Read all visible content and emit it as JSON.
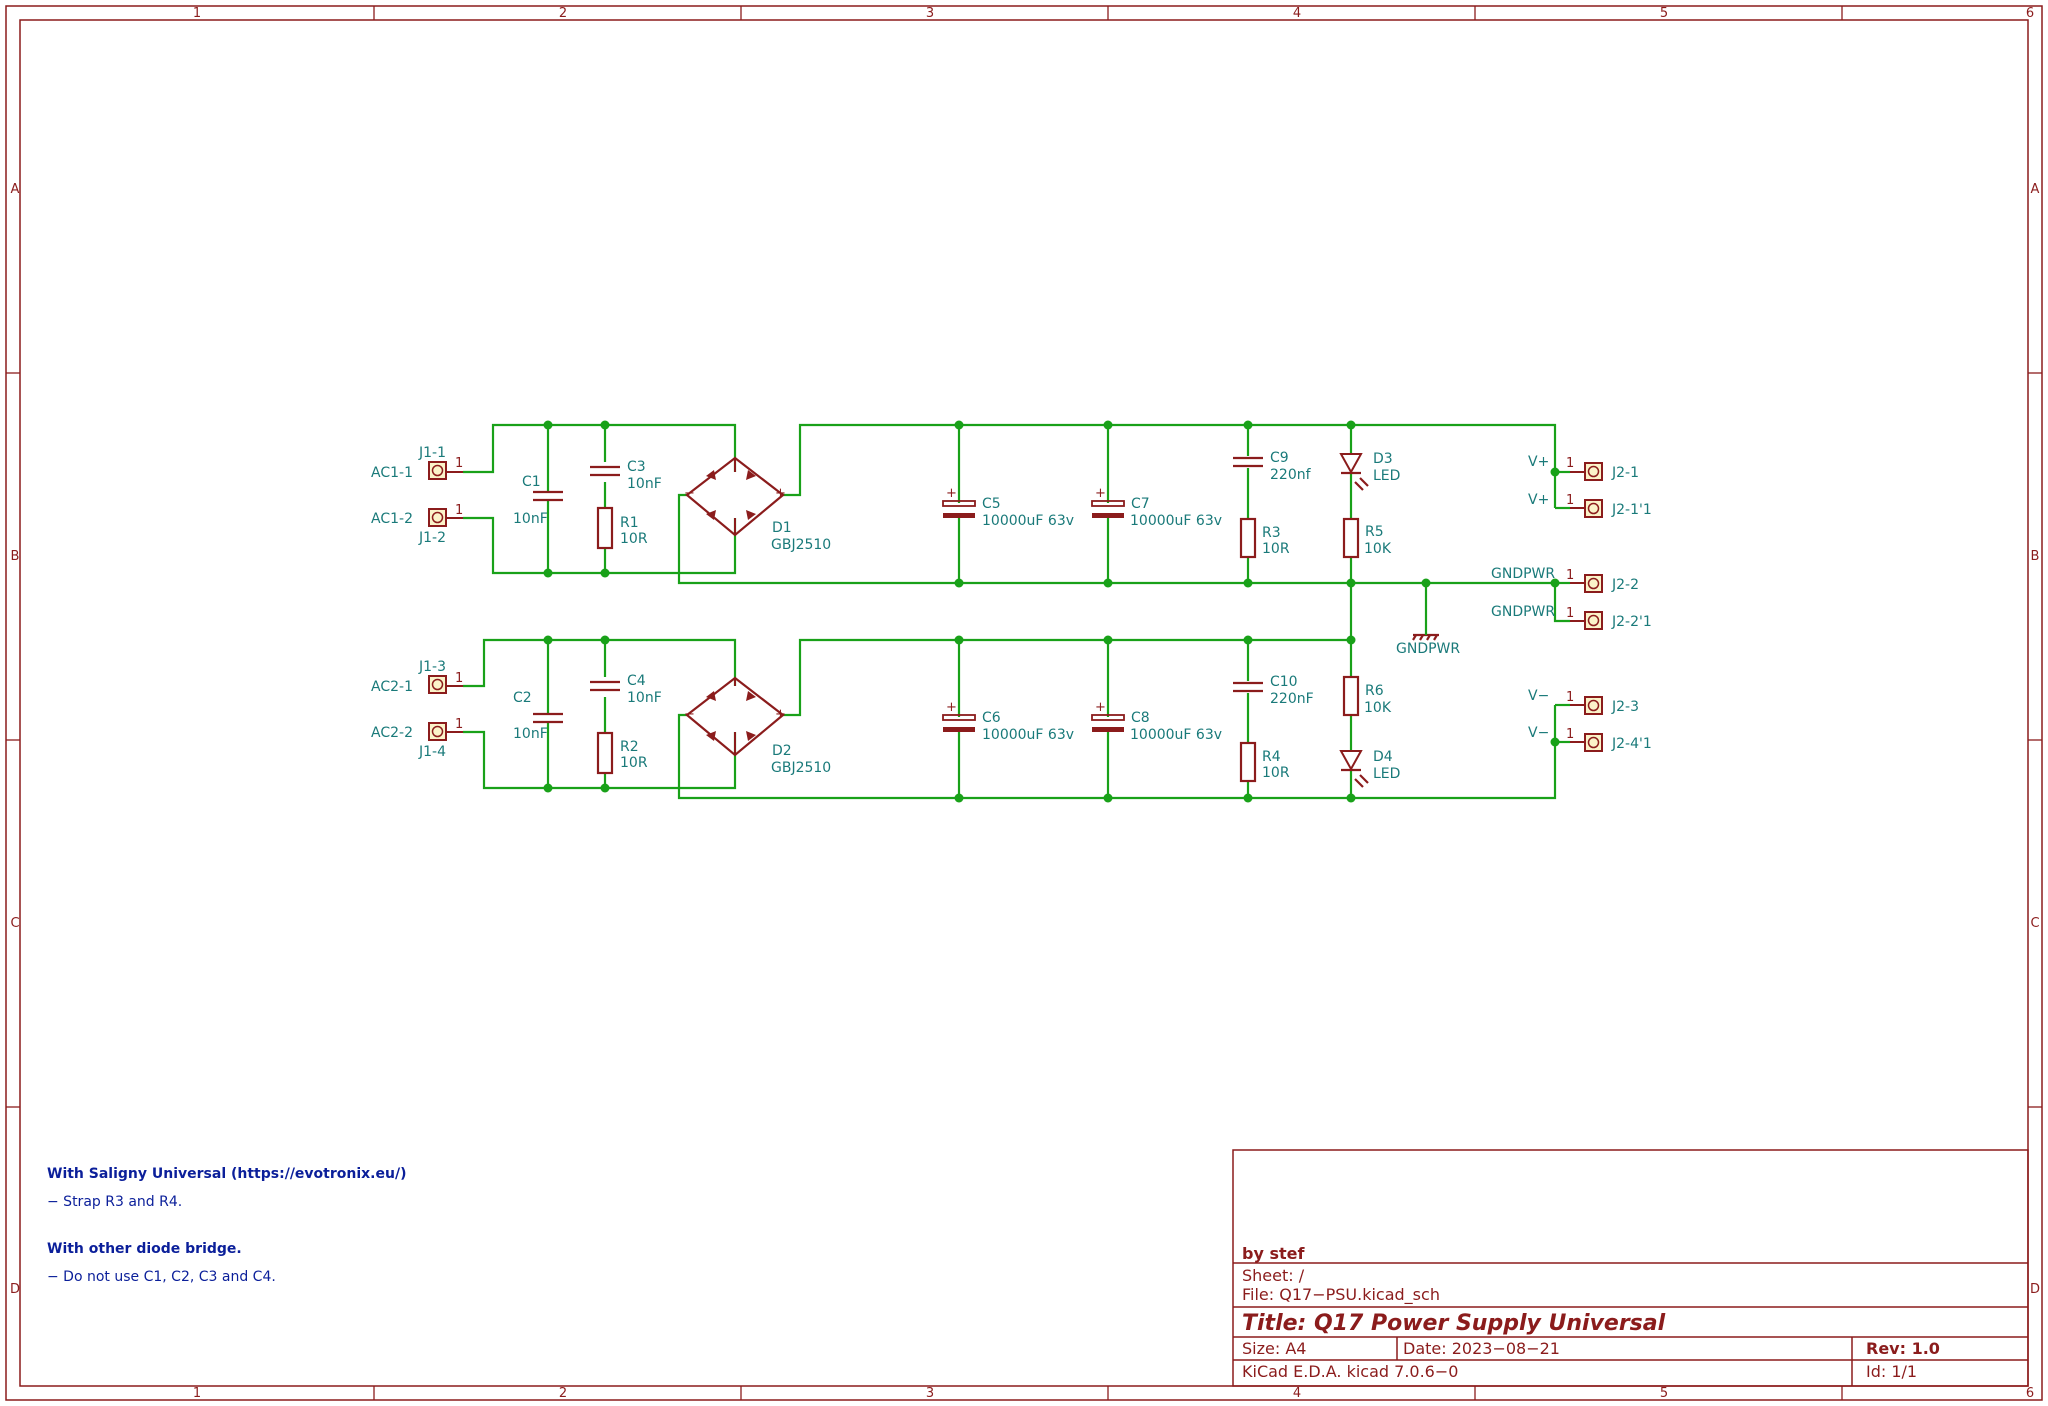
{
  "frame": {
    "columns": [
      "1",
      "2",
      "3",
      "4",
      "5",
      "6"
    ],
    "rows": [
      "A",
      "B",
      "C",
      "D"
    ]
  },
  "components": {
    "J1_1": {
      "ref": "J1-1",
      "net": "AC1-1",
      "pin": "1"
    },
    "J1_2": {
      "ref": "J1-2",
      "net": "AC1-2",
      "pin": "1"
    },
    "J1_3": {
      "ref": "J1-3",
      "net": "AC2-1",
      "pin": "1"
    },
    "J1_4": {
      "ref": "J1-4",
      "net": "AC2-2",
      "pin": "1"
    },
    "C1": {
      "ref": "C1",
      "value": "10nF"
    },
    "C2": {
      "ref": "C2",
      "value": "10nF"
    },
    "C3": {
      "ref": "C3",
      "value": "10nF"
    },
    "C4": {
      "ref": "C4",
      "value": "10nF"
    },
    "R1": {
      "ref": "R1",
      "value": "10R"
    },
    "R2": {
      "ref": "R2",
      "value": "10R"
    },
    "D1": {
      "ref": "D1",
      "value": "GBJ2510",
      "minus": "−",
      "plus": "+"
    },
    "D2": {
      "ref": "D2",
      "value": "GBJ2510",
      "minus": "−",
      "plus": "+"
    },
    "C5": {
      "ref": "C5",
      "value": "10000uF 63v",
      "plus": "+"
    },
    "C6": {
      "ref": "C6",
      "value": "10000uF 63v",
      "plus": "+"
    },
    "C7": {
      "ref": "C7",
      "value": "10000uF 63v",
      "plus": "+"
    },
    "C8": {
      "ref": "C8",
      "value": "10000uF 63v",
      "plus": "+"
    },
    "C9": {
      "ref": "C9",
      "value": "220nf"
    },
    "C10": {
      "ref": "C10",
      "value": "220nF"
    },
    "R3": {
      "ref": "R3",
      "value": "10R"
    },
    "R4": {
      "ref": "R4",
      "value": "10R"
    },
    "R5": {
      "ref": "R5",
      "value": "10K"
    },
    "R6": {
      "ref": "R6",
      "value": "10K"
    },
    "D3": {
      "ref": "D3",
      "value": "LED"
    },
    "D4": {
      "ref": "D4",
      "value": "LED"
    },
    "GND": {
      "value": "GNDPWR"
    },
    "J2_1": {
      "ref": "J2-1",
      "net": "V+",
      "pin": "1"
    },
    "J2_1b": {
      "ref": "J2-1'1",
      "net": "V+",
      "pin": "1"
    },
    "J2_2": {
      "ref": "J2-2",
      "net": "GNDPWR",
      "pin": "1"
    },
    "J2_2b": {
      "ref": "J2-2'1",
      "net": "GNDPWR",
      "pin": "1"
    },
    "J2_3": {
      "ref": "J2-3",
      "net": "V−",
      "pin": "1"
    },
    "J2_4": {
      "ref": "J2-4'1",
      "net": "V−",
      "pin": "1"
    }
  },
  "notes": {
    "heading1": "With Saligny Universal (https://evotronix.eu/)",
    "line1": "− Strap R3 and R4.",
    "heading2": "With other diode bridge.",
    "line2": "− Do not use C1, C2, C3 and C4."
  },
  "title_block": {
    "author": "by stef",
    "sheet": "Sheet: /",
    "file": "File: Q17−PSU.kicad_sch",
    "title": "Title: Q17 Power Supply Universal",
    "size": "Size: A4",
    "date": "Date: 2023−08−21",
    "rev": "Rev: 1.0",
    "tool": "KiCad E.D.A.  kicad 7.0.6−0",
    "id": "Id: 1/1"
  },
  "colors": {
    "border": "#8b1c1c",
    "wire": "#19a119",
    "label": "#1a7a7a",
    "note": "#0b1f9a",
    "connector_fill": "#fbf3c9"
  }
}
